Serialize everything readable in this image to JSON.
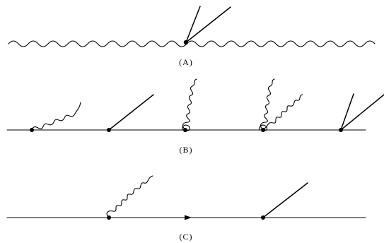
{
  "panels": [
    {
      "id": "A",
      "caption": "(A)"
    },
    {
      "id": "B",
      "caption": "(B)"
    },
    {
      "id": "C",
      "caption": "(C)"
    }
  ],
  "colors": {
    "stroke": "#000000",
    "background": "#ffffff"
  }
}
